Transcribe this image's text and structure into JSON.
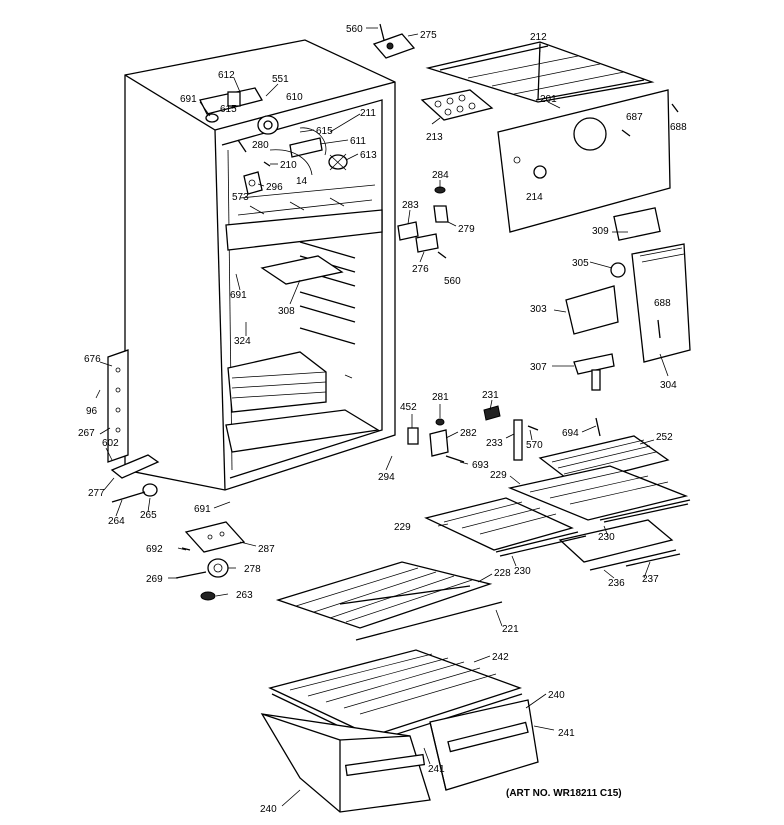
{
  "labels": {
    "l560a": "560",
    "l275": "275",
    "l212": "212",
    "l201": "201",
    "l688a": "688",
    "l687": "687",
    "l213": "213",
    "l214": "214",
    "l612": "612",
    "l551": "551",
    "l691a": "691",
    "l615a": "615",
    "l610": "610",
    "l211": "211",
    "l615b": "615",
    "l611": "611",
    "l280": "280",
    "l613": "613",
    "l210": "210",
    "l14": "14",
    "l296": "296",
    "l573": "573",
    "l284": "284",
    "l283": "283",
    "l279": "279",
    "l309": "309",
    "l276": "276",
    "l560b": "560",
    "l305": "305",
    "l691b": "691",
    "l308": "308",
    "l688b": "688",
    "l303": "303",
    "l324": "324",
    "l676": "676",
    "l96": "96",
    "l307": "307",
    "l304": "304",
    "l267": "267",
    "l602": "602",
    "l452": "452",
    "l281": "281",
    "l231": "231",
    "l282": "282",
    "l233": "233",
    "l570": "570",
    "l694": "694",
    "l252": "252",
    "l294": "294",
    "l693": "693",
    "l229a": "229",
    "l277": "277",
    "l691c": "691",
    "l264": "264",
    "l265": "265",
    "l229b": "229",
    "l230a": "230",
    "l230b": "230",
    "l692": "692",
    "l287": "287",
    "l236": "236",
    "l237": "237",
    "l278": "278",
    "l269": "269",
    "l228": "228",
    "l263": "263",
    "l221": "221",
    "l242": "242",
    "l240a": "240",
    "l241a": "241",
    "l241b": "241",
    "l240b": "240"
  },
  "art_number": "(ART NO. WR18211 C15)"
}
